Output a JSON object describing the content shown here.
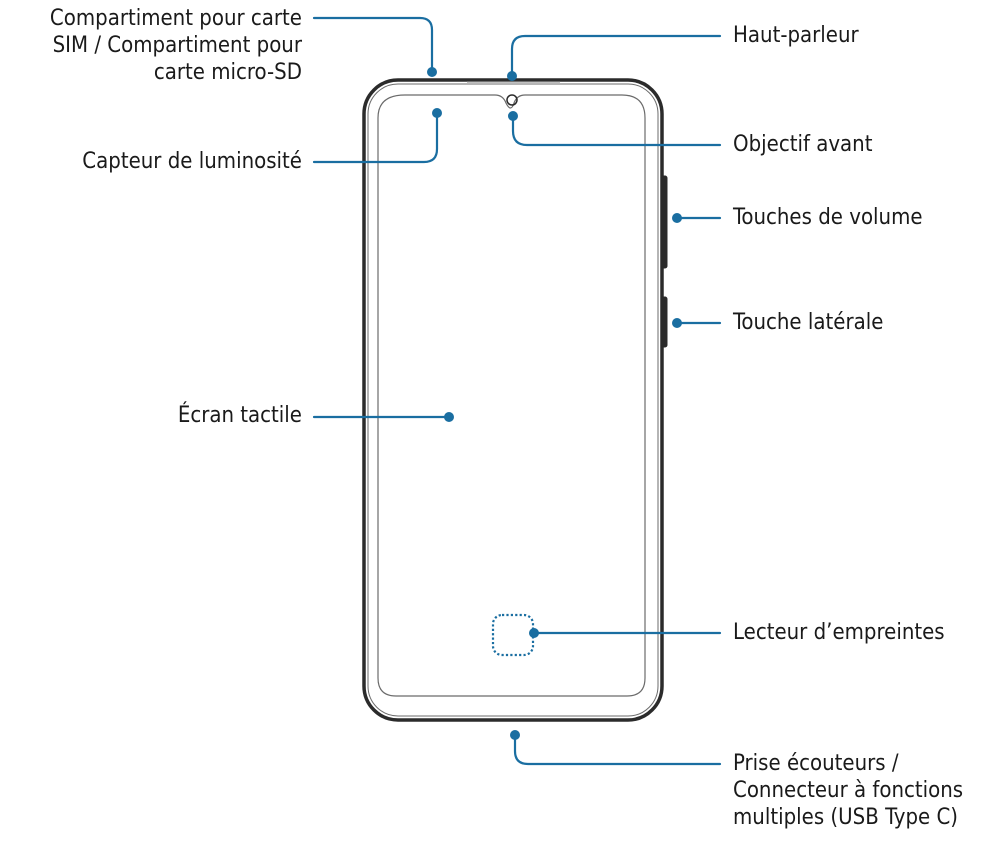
{
  "colors": {
    "leader": "#1a6ea1",
    "device_outline": "#2b2b2b",
    "fingerprint": "#1a6ea1"
  },
  "labels": {
    "sim_tray": [
      "Compartiment pour carte",
      "SIM / Compartiment pour",
      "carte micro-SD"
    ],
    "light_sensor": "Capteur de luminosité",
    "touchscreen": "Écran tactile",
    "speaker": "Haut-parleur",
    "front_camera": "Objectif avant",
    "volume_keys": "Touches de volume",
    "side_key": "Touche latérale",
    "fingerprint": "Lecteur d’empreintes",
    "connector": [
      "Prise écouteurs /",
      "Connecteur à fonctions",
      "multiples (USB Type C)"
    ]
  }
}
